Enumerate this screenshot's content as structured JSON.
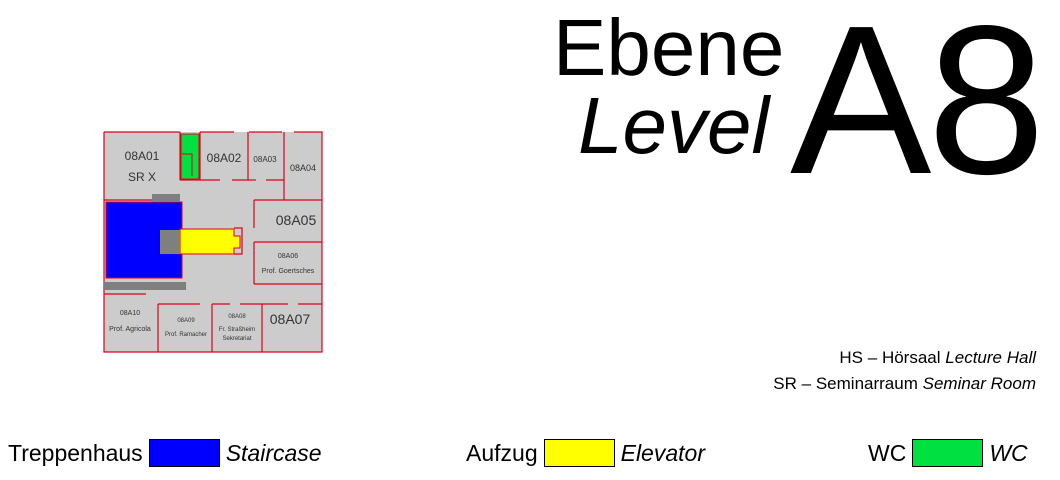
{
  "title": {
    "de": "Ebene",
    "en": "Level",
    "code": "A8"
  },
  "rooms": {
    "r01": {
      "number": "08A01",
      "name": "SR X"
    },
    "r02": {
      "number": "08A02"
    },
    "r03": {
      "number": "08A03"
    },
    "r04": {
      "number": "08A04"
    },
    "r05": {
      "number": "08A05"
    },
    "r06": {
      "number": "08A06",
      "name": "Prof. Goertsches"
    },
    "r07": {
      "number": "08A07"
    },
    "r08": {
      "number": "08A08",
      "name": "Fr. Straßheim",
      "name2": "Sekretariat"
    },
    "r09": {
      "number": "08A09",
      "name": "Prof. Ramacher"
    },
    "r10": {
      "number": "08A10",
      "name": "Prof. Agricola"
    }
  },
  "abbreviations": {
    "hs": {
      "abbr": "HS",
      "sep": "–",
      "de": "Hörsaal",
      "en": "Lecture Hall"
    },
    "sr": {
      "abbr": "SR",
      "sep": "–",
      "de": "Seminarraum",
      "en": "Seminar Room"
    }
  },
  "legend": {
    "staircase": {
      "de": "Treppenhaus",
      "en": "Staircase",
      "color": "#0000ff"
    },
    "elevator": {
      "de": "Aufzug",
      "en": "Elevator",
      "color": "#ffff00"
    },
    "wc": {
      "de": "WC",
      "en": "WC",
      "color": "#00e040"
    }
  },
  "colors": {
    "room_fill": "#cccccc",
    "wall": "#e0001a",
    "block": "#7f7f7f"
  }
}
